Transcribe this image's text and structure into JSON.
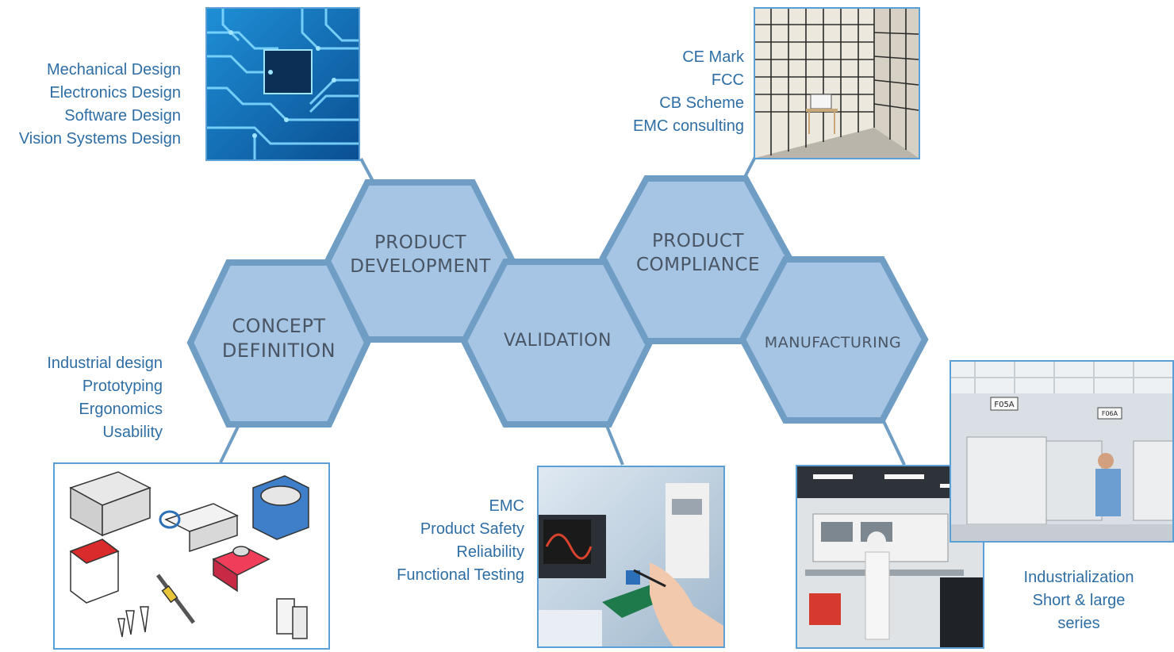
{
  "stages": [
    {
      "id": "concept",
      "label": "CONCEPT\nDEFINITION",
      "services": [
        "Industrial design",
        "Prototyping",
        "Ergonomics",
        "Usability"
      ],
      "image": "sketch-of-lab-devices"
    },
    {
      "id": "development",
      "label": "PRODUCT\nDEVELOPMENT",
      "services": [
        "Mechanical Design",
        "Electronics Design",
        "Software Design",
        "Vision Systems Design"
      ],
      "image": "circuit-board-photo"
    },
    {
      "id": "validation",
      "label": "VALIDATION",
      "services": [
        "EMC",
        "Product Safety",
        "Reliability",
        "Functional Testing"
      ],
      "image": "electronics-testing-photo"
    },
    {
      "id": "compliance",
      "label": "PRODUCT\nCOMPLIANCE",
      "services": [
        "CE Mark",
        "FCC",
        "CB Scheme",
        "EMC consulting"
      ],
      "image": "anechoic-chamber-photo"
    },
    {
      "id": "manufacturing",
      "label": "MANUFACTURING",
      "services": [
        "Industrialization",
        "Short & large",
        "series"
      ],
      "image": "production-line-photos"
    }
  ],
  "photo_signs": {
    "sign_a": "F05A",
    "sign_b": "F06A"
  },
  "colors": {
    "hex_fill": "#a6c5e5",
    "hex_border": "#6f9dc4",
    "connector": "#6f9dc4",
    "service_text": "#2e6ea5",
    "hex_text": "#4a5563"
  }
}
